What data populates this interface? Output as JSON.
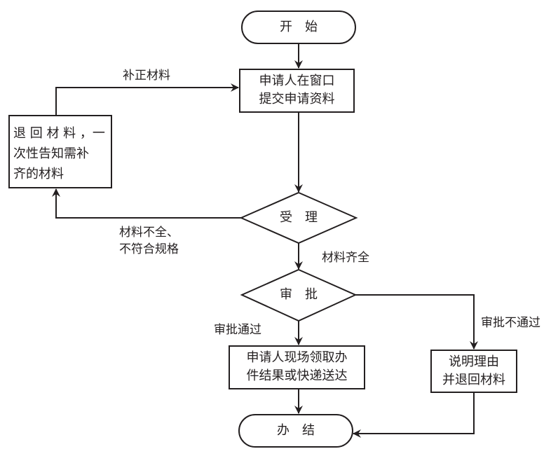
{
  "diagram": {
    "type": "flowchart",
    "nodes": {
      "start": {
        "label": "开　始",
        "shape": "terminator"
      },
      "submit": {
        "line1": "申请人在窗口",
        "line2": "提交申请资料",
        "shape": "process"
      },
      "return_materials": {
        "line1": "退 回 材 料 ，一",
        "line2": "次性告知需补",
        "line3": "齐的材料",
        "shape": "process"
      },
      "accept": {
        "label": "受　理",
        "shape": "decision"
      },
      "review": {
        "label": "审　批",
        "shape": "decision"
      },
      "collect": {
        "line1": "申请人现场领取办",
        "line2": "件结果或快递送达",
        "shape": "process"
      },
      "explain": {
        "line1": "说明理由",
        "line2": "并退回材料",
        "shape": "process"
      },
      "finish": {
        "label": "办　结",
        "shape": "terminator"
      }
    },
    "edges": [
      {
        "from": "start",
        "to": "submit",
        "label": ""
      },
      {
        "from": "submit",
        "to": "accept",
        "label": ""
      },
      {
        "from": "accept",
        "to": "return_materials",
        "label_line1": "材料不全、",
        "label_line2": "不符合规格"
      },
      {
        "from": "return_materials",
        "to": "submit",
        "label": "补正材料"
      },
      {
        "from": "accept",
        "to": "review",
        "label": "材料齐全"
      },
      {
        "from": "review",
        "to": "collect",
        "label": "审批通过"
      },
      {
        "from": "review",
        "to": "explain",
        "label": "审批不通过"
      },
      {
        "from": "collect",
        "to": "finish",
        "label": ""
      },
      {
        "from": "explain",
        "to": "finish",
        "label": ""
      }
    ]
  }
}
